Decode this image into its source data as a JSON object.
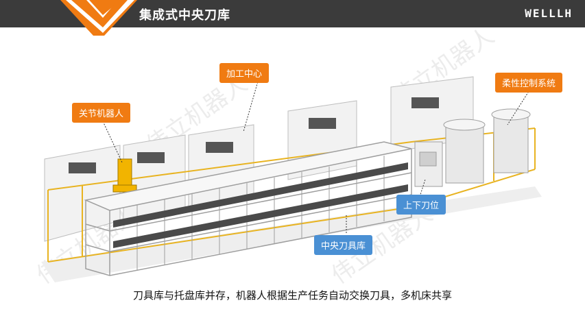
{
  "header": {
    "title": "集成式中央刀库",
    "brand": "WELLLH",
    "background": "#3b3b3b",
    "accent": "#f07b12"
  },
  "callouts": {
    "machining_center": "加工中心",
    "joint_robot": "关节机器人",
    "flexible_control": "柔性控制系统",
    "load_unload": "上下刀位",
    "central_magazine": "中央刀具库"
  },
  "caption": "刀具库与托盘库并存，机器人根据生产任务自动交换刀具，多机床共享",
  "colors": {
    "callout_orange": "#f07b12",
    "callout_blue": "#4a90d4",
    "fence_yellow": "#e8b320"
  }
}
